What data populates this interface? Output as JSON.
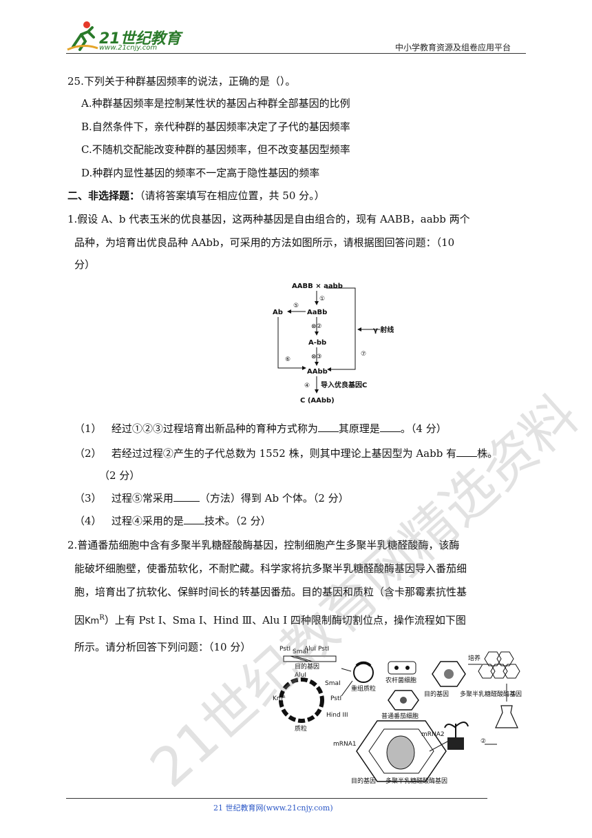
{
  "header": {
    "logo_text": "21世纪教育",
    "logo_url": "www.21cnjy.com",
    "platform": "中小学教育资源及组卷应用平台"
  },
  "q25": {
    "stem": "25.下列关于种群基因频率的说法，正确的是（）。",
    "options": [
      "A.种群基因频率是控制某性状的基因占种群全部基因的比例",
      "B.自然条件下，亲代种群的基因频率决定了子代的基因频率",
      "C.不随机交配能改变种群的基因频率，但不改变基因型频率",
      "D.种群内显性基因的频率不一定高于隐性基因的频率"
    ]
  },
  "section2": {
    "title": "二、非选择题：",
    "note": "（请将答案填写在相应位置，共 50 分。）"
  },
  "q1": {
    "stem_line1": "1.假设 A、b 代表玉米的优良基因，这两种基因是自由组合的，现有 AABB，aabb 两个",
    "stem_line2": "品种，为培育出优良品种 AAbb，可采用的方法如图所示，请根据图回答问题：（10",
    "stem_line3": "分）",
    "diagram": {
      "cross": "AABB × aabb",
      "n1": "①",
      "aabb_f1": "AaBb",
      "n5": "⑤",
      "ab": "Ab",
      "n2": "⊗②",
      "abb": "A-bb",
      "n3": "⊗③",
      "n6": "⑥",
      "n7": "⑦",
      "gamma": "γ 射线",
      "aabb2": "AAbb",
      "n4": "④",
      "import": "导入优良基因C",
      "result": "C (AAbb)"
    },
    "sub1_num": "（1）",
    "sub1_a": "经过①②③过程培育出新品种的育种方式称为",
    "sub1_b": "其原理是",
    "sub1_c": "。（4 分）",
    "sub2_num": "（2）",
    "sub2_a": "若经过过程②产生的子代总数为 1552 株，则其中理论上基因型为 Aabb 有",
    "sub2_b": "株。",
    "sub2_c": "（2 分）",
    "sub3_num": "（3）",
    "sub3_a": "过程⑤常采用",
    "sub3_b": "（方法）得到 Ab 个体。（2 分）",
    "sub4_num": "（4）",
    "sub4_a": "过程④采用的是",
    "sub4_b": "技术。（2 分）"
  },
  "q2": {
    "line1": "2.普通番茄细胞中含有多聚半乳糖醛酸酶基因，控制细胞产生多聚半乳糖醛酸酶，该酶",
    "line2": "能破坏细胞壁，使番茄软化，不耐贮藏。科学家将抗多聚半乳糖醛酸酶基因导入番茄细",
    "line3": "胞，培育出了抗软化、保鲜时间长的转基因番茄。目的基因和质粒（含卡那霉素抗性基",
    "line4_a": "因",
    "line4_km": "Km",
    "line4_r": "R",
    "line4_b": "）上有 Pst Ⅰ、Sma Ⅰ、Hind Ⅲ、Alu Ⅰ 四种限制酶切割位点，操作流程如下图",
    "line5": "所示。请分析回答下列问题：（10 分）",
    "diagram": {
      "psti1": "PstI",
      "smai1": "SmaI",
      "alui1": "AluI",
      "psti2": "PstI",
      "target_gene1": "目的基因",
      "alui2": "AluI",
      "smai2": "SmaI",
      "psti3": "PstI",
      "kmr": "Kmᴿ",
      "hind": "Hind III",
      "plasmid": "质粒",
      "recomb": "重组质粒",
      "agro": "农杆菌细胞",
      "tomato_cell": "普通番茄细胞",
      "target_gene2": "目的基因",
      "pg_gene": "多聚半乳糖醛酸酶基因",
      "culture": "培养",
      "c1": "①",
      "c2": "②",
      "mrna1": "mRNA1",
      "mrna2": "mRNA2",
      "target_gene3": "目的基因",
      "pg_gene2": "多聚半乳糖醛酸酶基因"
    }
  },
  "footer": {
    "text": "21 世纪教育网(www.21cnjy.com)"
  },
  "watermark": {
    "text": "21世纪教育网精选资料"
  }
}
